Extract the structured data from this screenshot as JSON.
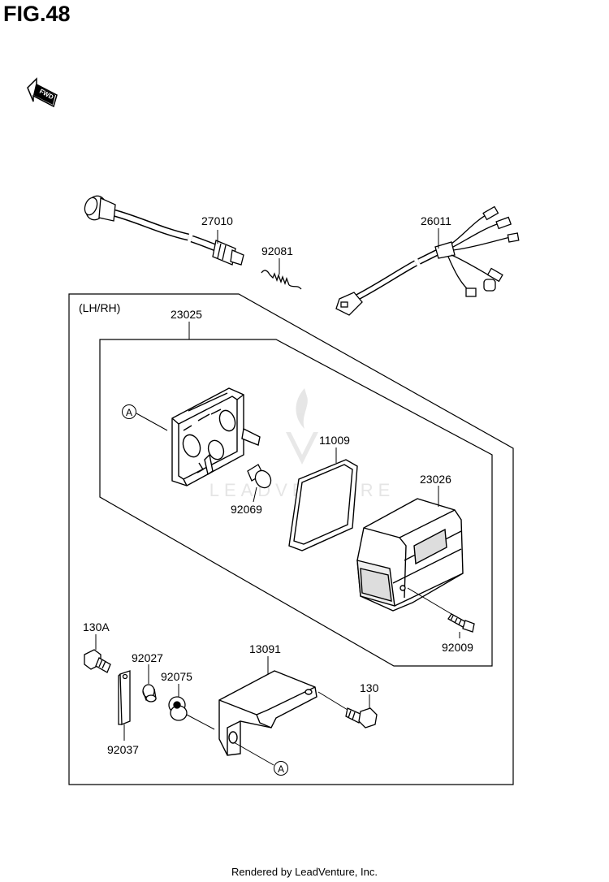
{
  "figure": {
    "title": "FIG.48",
    "fwd_label": "FWD",
    "group_label": "(LH/RH)",
    "footer": "Rendered by LeadVenture, Inc.",
    "watermark": "LEADVENTURE"
  },
  "callouts": {
    "p27010": "27010",
    "p92081": "92081",
    "p26011": "26011",
    "p23025": "23025",
    "p11009": "11009",
    "p23026": "23026",
    "p92069": "92069",
    "p92009": "92009",
    "p130A": "130A",
    "p92027": "92027",
    "p92075": "92075",
    "p13091": "13091",
    "p130": "130",
    "p92037": "92037",
    "refA_top": "A",
    "refA_bottom": "A"
  },
  "colors": {
    "line": "#000000",
    "watermark": "#e6e6e6",
    "part_fill": "#ffffff",
    "shade": "#d8d8d8"
  }
}
